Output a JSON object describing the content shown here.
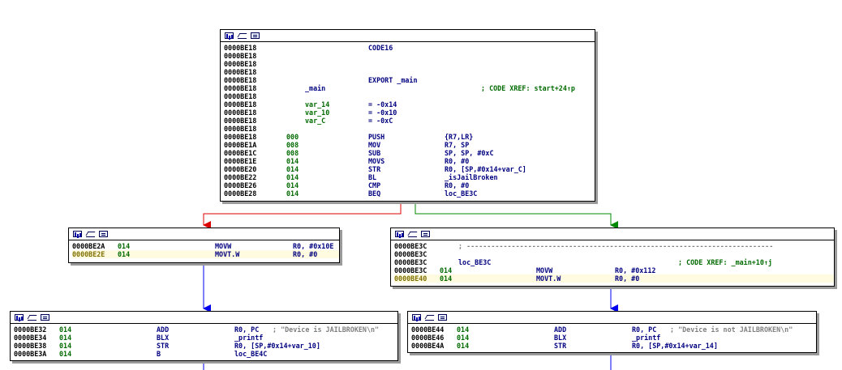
{
  "colors": {
    "edge_false": "#dd0000",
    "edge_true": "#008800",
    "edge_uncond": "#0000ee"
  },
  "nodes": [
    {
      "id": "main",
      "rows": [
        {
          "addr": "0000BE18",
          "mnem": "CODE16"
        },
        {
          "addr": "0000BE18"
        },
        {
          "addr": "0000BE18"
        },
        {
          "addr": "0000BE18"
        },
        {
          "addr": "0000BE18",
          "mnem": "EXPORT _main"
        },
        {
          "addr": "0000BE18",
          "name": "_main",
          "comment": "; CODE XREF: start+24↑p"
        },
        {
          "addr": "0000BE18"
        },
        {
          "addr": "0000BE18",
          "var": "var_14",
          "eq": "= -0x14"
        },
        {
          "addr": "0000BE18",
          "var": "var_10",
          "eq": "= -0x10"
        },
        {
          "addr": "0000BE18",
          "var": "var_C",
          "eq": "= -0xC"
        },
        {
          "addr": "0000BE18"
        },
        {
          "addr": "0000BE18",
          "sp": "000",
          "mnem": "PUSH",
          "ops": "{R7,LR}"
        },
        {
          "addr": "0000BE1A",
          "sp": "008",
          "mnem": "MOV",
          "ops": "R7, SP"
        },
        {
          "addr": "0000BE1C",
          "sp": "008",
          "mnem": "SUB",
          "ops": "SP, SP, #0xC"
        },
        {
          "addr": "0000BE1E",
          "sp": "014",
          "mnem": "MOVS",
          "ops": "R0, #0"
        },
        {
          "addr": "0000BE20",
          "sp": "014",
          "mnem": "STR",
          "ops": "R0, [SP,#0x14+var_C]"
        },
        {
          "addr": "0000BE22",
          "sp": "014",
          "mnem": "BL",
          "ops": "_isJailBroken"
        },
        {
          "addr": "0000BE26",
          "sp": "014",
          "mnem": "CMP",
          "ops": "R0, #0"
        },
        {
          "addr": "0000BE28",
          "sp": "014",
          "mnem": "BEQ",
          "ops": "loc_BE3C"
        }
      ]
    },
    {
      "id": "be2a",
      "rows": [
        {
          "addr": "0000BE2A",
          "sp": "014",
          "mnem": "MOVW",
          "ops": "R0, #0x10E"
        },
        {
          "addr": "0000BE2E",
          "sp": "014",
          "mnem": "MOVT.W",
          "ops": "R0, #0",
          "alt": true
        }
      ]
    },
    {
      "id": "be3c",
      "rows": [
        {
          "addr": "0000BE3C",
          "sep": "; ---------------------------------------------------------------------------"
        },
        {
          "addr": "0000BE3C"
        },
        {
          "addr": "0000BE3C",
          "label": "loc_BE3C",
          "comment": "; CODE XREF: _main+10↑j"
        },
        {
          "addr": "0000BE3C",
          "sp": "014",
          "mnem": "MOVW",
          "ops": "R0, #0x112"
        },
        {
          "addr": "0000BE40",
          "sp": "014",
          "mnem": "MOVT.W",
          "ops": "R0, #0",
          "alt": true
        }
      ]
    },
    {
      "id": "be32",
      "rows": [
        {
          "addr": "0000BE32",
          "sp": "014",
          "mnem": "ADD",
          "ops": "R0, PC",
          "str": "; \"Device is JAILBROKEN\\n\""
        },
        {
          "addr": "0000BE34",
          "sp": "014",
          "mnem": "BLX",
          "ops": "_printf"
        },
        {
          "addr": "0000BE38",
          "sp": "014",
          "mnem": "STR",
          "ops": "R0, [SP,#0x14+var_10]"
        },
        {
          "addr": "0000BE3A",
          "sp": "014",
          "mnem": "B",
          "ops": "loc_BE4C"
        }
      ]
    },
    {
      "id": "be44",
      "rows": [
        {
          "addr": "0000BE44",
          "sp": "014",
          "mnem": "ADD",
          "ops": "R0, PC",
          "str": "; \"Device is not JAILBROKEN\\n\""
        },
        {
          "addr": "0000BE46",
          "sp": "014",
          "mnem": "BLX",
          "ops": "_printf"
        },
        {
          "addr": "0000BE4A",
          "sp": "014",
          "mnem": "STR",
          "ops": "R0, [SP,#0x14+var_14]"
        }
      ]
    }
  ]
}
